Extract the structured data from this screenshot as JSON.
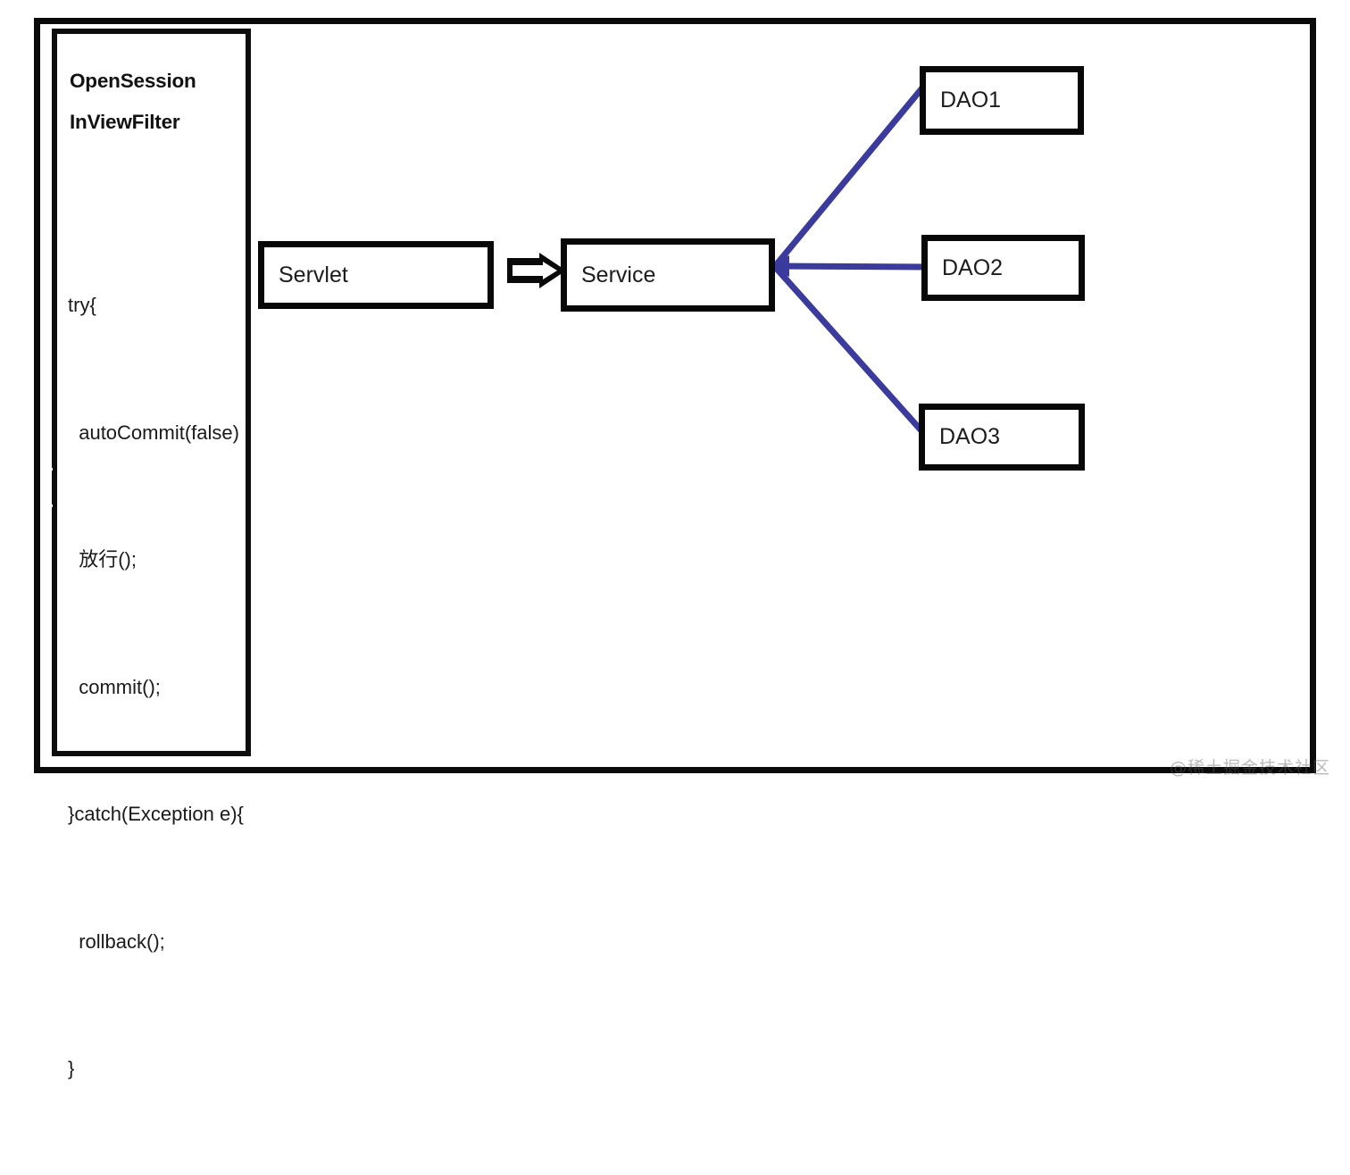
{
  "diagram": {
    "title_lines": [
      "OpenSession",
      "InViewFilter"
    ],
    "code_lines": [
      "try{",
      "  autoCommit(false)",
      "  放行();",
      "  commit();",
      "}catch(Exception e){",
      "  rollback();",
      "}"
    ],
    "nodes": {
      "servlet": "Servlet",
      "service": "Service",
      "dao1": "DAO1",
      "dao2": "DAO2",
      "dao3": "DAO3"
    },
    "colors": {
      "line_blue": "#3b3b9e",
      "border_black": "#0a0a0a",
      "background": "#ffffff",
      "watermark": "#8a8a8a"
    }
  },
  "watermark": {
    "text": "@稀土掘金技术社区"
  }
}
